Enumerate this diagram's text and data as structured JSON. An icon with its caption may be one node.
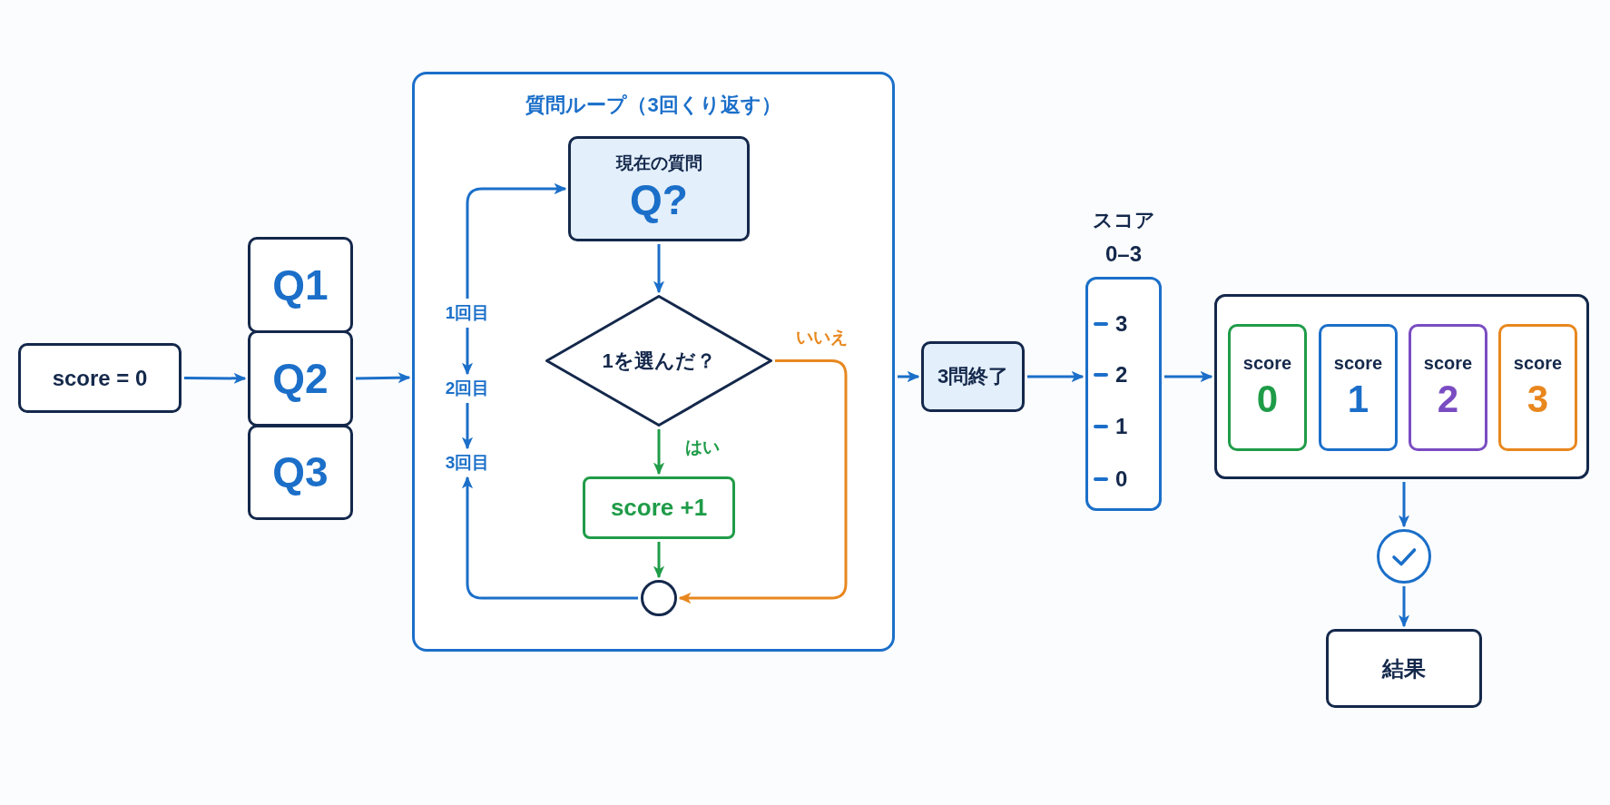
{
  "diagram": {
    "nodes": [
      {
        "text": [
          "score = 0"
        ]
      },
      {
        "text": [
          "Q1"
        ]
      },
      {
        "text": [
          "Q2"
        ]
      },
      {
        "text": [
          "Q3"
        ]
      },
      {
        "text": [
          "質問ループ（3回くり返す）"
        ]
      },
      {
        "text": [
          "現在の質問",
          "Q?"
        ],
        "in": 4
      },
      {
        "text": [
          "1回目"
        ],
        "in": 4
      },
      {
        "text": [
          "2回目"
        ],
        "in": 4
      },
      {
        "text": [
          "3回目"
        ],
        "in": 4
      },
      {
        "text": [
          "1を選んだ？"
        ],
        "in": 4
      },
      {
        "text": [
          "score +1"
        ],
        "in": 4
      },
      {
        "text": [],
        "shape": "circle",
        "in": 4
      },
      {
        "text": [
          "3問終了"
        ]
      },
      {
        "text": [
          "スコア",
          "0–3",
          "3",
          "2",
          "1",
          "0"
        ]
      },
      {
        "text": [],
        "shape": "box"
      },
      {
        "text": [
          "score",
          "0"
        ],
        "in": 14
      },
      {
        "text": [
          "score",
          "1"
        ],
        "in": 14
      },
      {
        "text": [
          "score",
          "2"
        ],
        "in": 14
      },
      {
        "text": [
          "score",
          "3"
        ],
        "in": 14
      },
      {
        "text": [],
        "shape": "circle"
      },
      {
        "text": [
          "結果"
        ]
      }
    ],
    "edges": [
      {
        "from": 0,
        "to": 2,
        "arrow": "to"
      },
      {
        "from": 2,
        "to": 4,
        "arrow": "to"
      },
      {
        "from": 6,
        "to": 5,
        "arrow": "to"
      },
      {
        "from": 5,
        "to": 9,
        "arrow": "to"
      },
      {
        "from": 9,
        "to": 10,
        "arrow": "to",
        "label": "はい",
        "color": "#1f9c48"
      },
      {
        "from": 10,
        "to": 11,
        "arrow": "to",
        "color": "#1f9c48"
      },
      {
        "from": 9,
        "to": 11,
        "arrow": "to",
        "label": "いいえ",
        "color": "#e8871e"
      },
      {
        "from": 11,
        "to": 8,
        "arrow": "to"
      },
      {
        "from": 6,
        "to": 7,
        "arrow": "to"
      },
      {
        "from": 7,
        "to": 8,
        "arrow": "to"
      },
      {
        "from": 4,
        "to": 12,
        "arrow": "to"
      },
      {
        "from": 12,
        "to": 13,
        "arrow": "to"
      },
      {
        "from": 13,
        "to": 14,
        "arrow": "to"
      },
      {
        "from": 14,
        "to": 19,
        "arrow": "to"
      },
      {
        "from": 19,
        "to": 20,
        "arrow": "to"
      }
    ]
  }
}
